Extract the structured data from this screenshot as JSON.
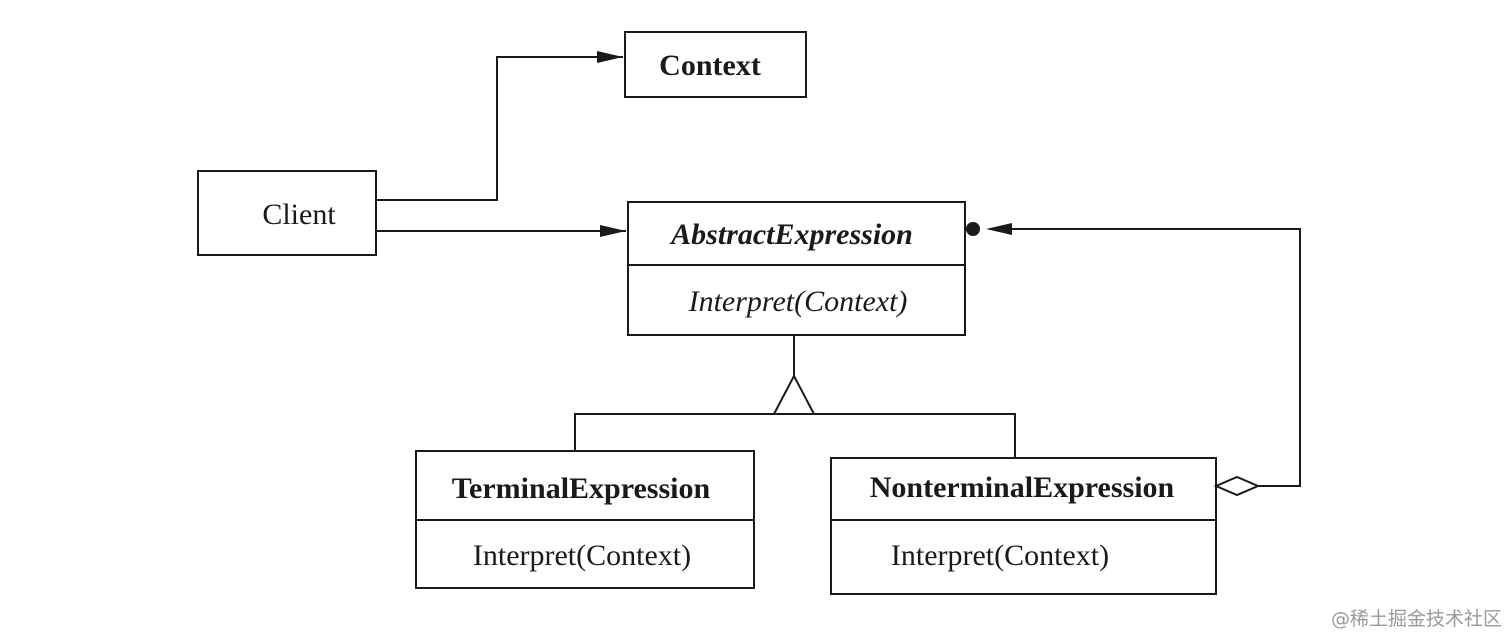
{
  "classes": {
    "context": {
      "name": "Context"
    },
    "client": {
      "name": "Client"
    },
    "abstract_expression": {
      "name": "AbstractExpression",
      "operation": "Interpret(Context)"
    },
    "terminal_expression": {
      "name": "TerminalExpression",
      "operation": "Interpret(Context)"
    },
    "nonterminal_expression": {
      "name": "NonterminalExpression",
      "operation": "Interpret(Context)"
    }
  },
  "watermark": "@稀土掘金技术社区",
  "colors": {
    "stroke": "#1a1a1a",
    "watermark": "#9a9a9a"
  }
}
